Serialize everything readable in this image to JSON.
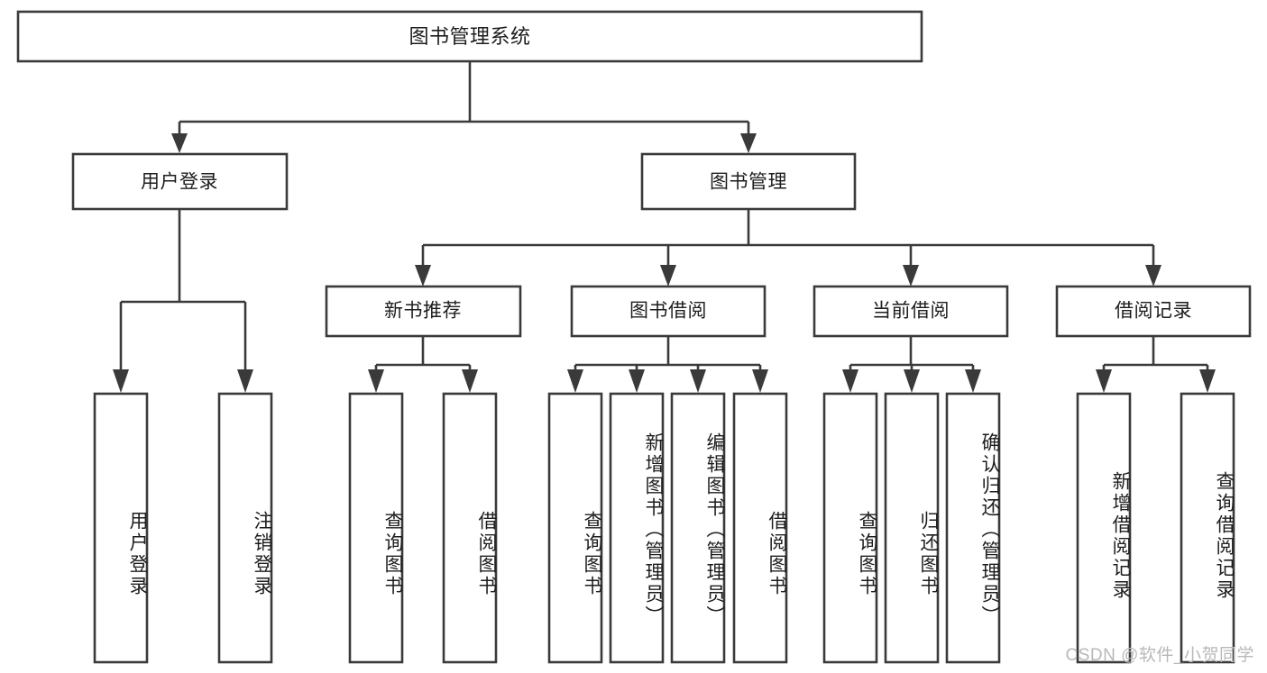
{
  "diagram": {
    "title": "图书管理系统",
    "type": "tree-hierarchy",
    "watermark": "CSDN @软件_小贺同学",
    "colors": {
      "background": "#ffffff",
      "stroke": "#3a3a3a",
      "text": "#1d1d1d",
      "watermark": "#b8b8b8"
    },
    "root": {
      "label": "图书管理系统"
    },
    "level2": [
      {
        "label": "用户登录"
      },
      {
        "label": "图书管理"
      }
    ],
    "level3": [
      {
        "label": "新书推荐"
      },
      {
        "label": "图书借阅"
      },
      {
        "label": "当前借阅"
      },
      {
        "label": "借阅记录"
      }
    ],
    "leaves": {
      "user_login": [
        {
          "label": "用户登录"
        },
        {
          "label": "注销登录"
        }
      ],
      "new_book": [
        {
          "label": "查询图书"
        },
        {
          "label": "借阅图书"
        }
      ],
      "book_borrow": [
        {
          "label": "查询图书"
        },
        {
          "label": "新增图书（管理员）"
        },
        {
          "label": "编辑图书（管理员）"
        },
        {
          "label": "借阅图书"
        }
      ],
      "current_borrow": [
        {
          "label": "查询图书"
        },
        {
          "label": "归还图书"
        },
        {
          "label": "确认归还（管理员）"
        }
      ],
      "borrow_record": [
        {
          "label": "新增借阅记录"
        },
        {
          "label": "查询借阅记录"
        }
      ]
    }
  }
}
